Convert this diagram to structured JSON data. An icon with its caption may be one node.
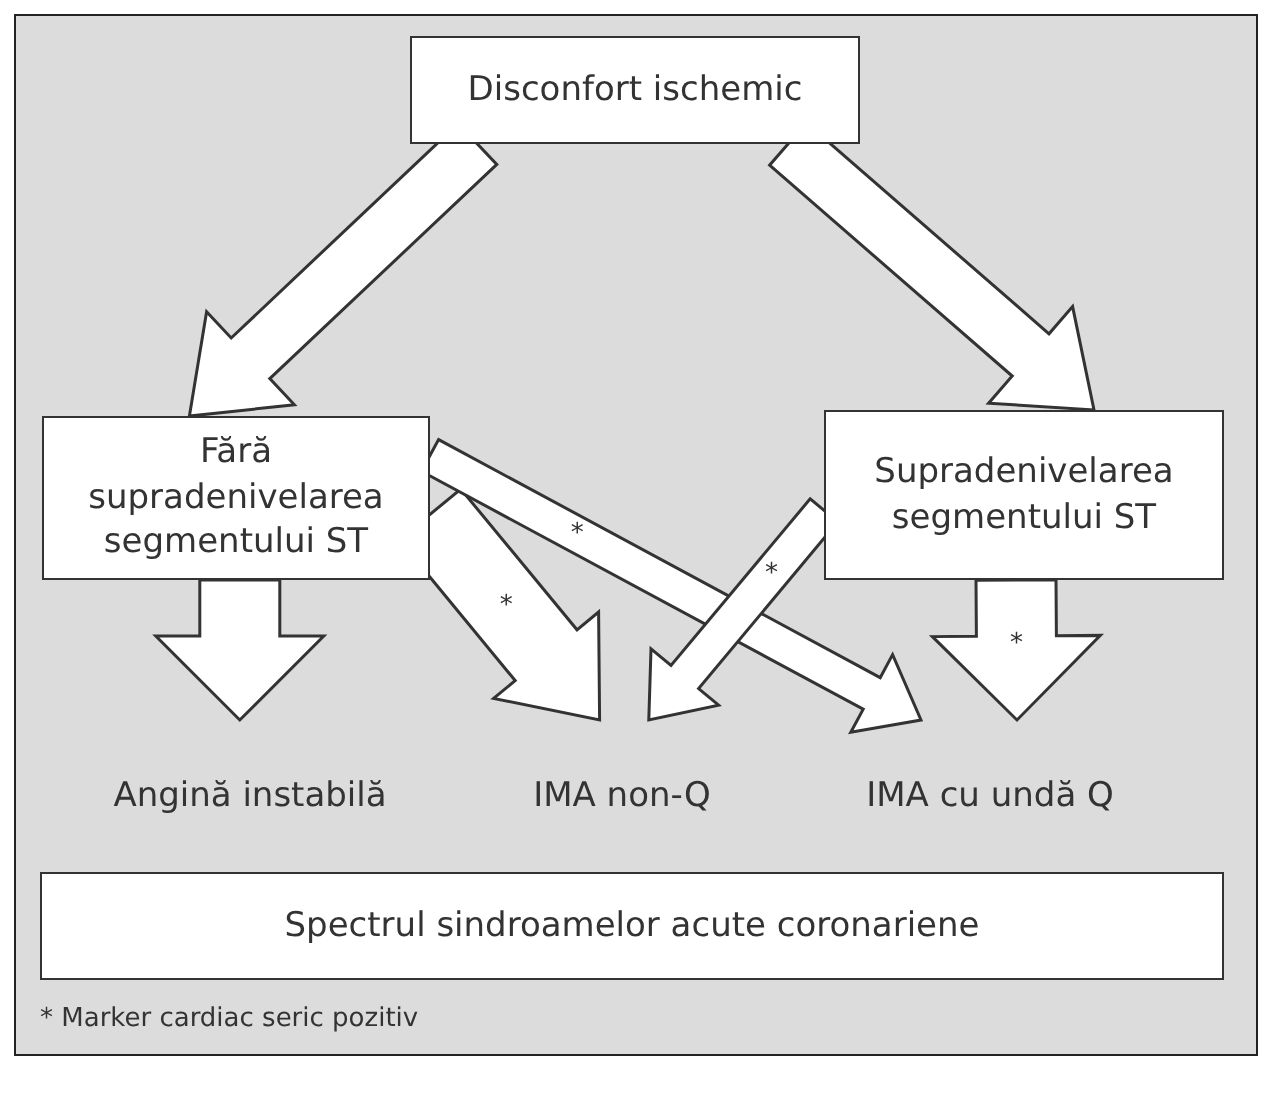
{
  "diagram": {
    "nodes": [
      {
        "text": [
          "Disconfort ischemic"
        ]
      },
      {
        "text": [
          "Fără supradenivelarea segmentului ST"
        ]
      },
      {
        "text": [
          "Supradenivelarea segmentului ST"
        ]
      },
      {
        "text": [
          "Angină instabilă"
        ]
      },
      {
        "text": [
          "IMA non-Q"
        ]
      },
      {
        "text": [
          "IMA cu undă Q"
        ]
      },
      {
        "text": [
          "Spectrul sindroamelor acute coronariene"
        ]
      }
    ],
    "edges": [
      {
        "from": 0,
        "to": 1,
        "arrow": "to"
      },
      {
        "from": 0,
        "to": 2,
        "arrow": "to"
      },
      {
        "from": 1,
        "to": 3,
        "arrow": "to"
      },
      {
        "from": 1,
        "to": 4,
        "arrow": "to",
        "label": "*"
      },
      {
        "from": 1,
        "to": 5,
        "arrow": "to",
        "label": "*"
      },
      {
        "from": 2,
        "to": 4,
        "arrow": "to",
        "label": "*"
      },
      {
        "from": 2,
        "to": 5,
        "arrow": "to",
        "label": "*"
      }
    ],
    "labels": [
      "* Marker cardiac seric pozitiv"
    ]
  }
}
